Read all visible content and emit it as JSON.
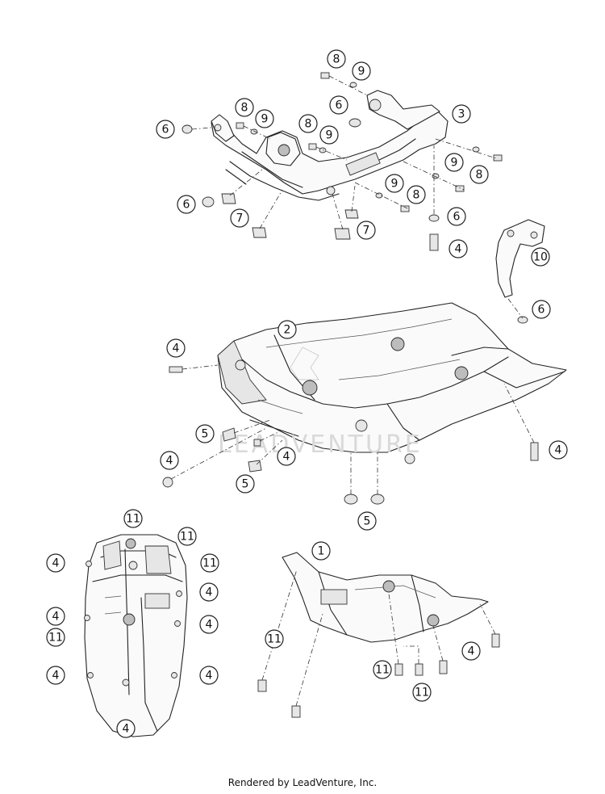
{
  "watermark": "LEADVENTURE",
  "footer": "Rendered by LeadVenture, Inc.",
  "callouts": [
    "8",
    "9",
    "6",
    "3",
    "8",
    "9",
    "8",
    "9",
    "6",
    "9",
    "8",
    "9",
    "8",
    "6",
    "7",
    "7",
    "6",
    "4",
    "10",
    "6",
    "2",
    "4",
    "5",
    "4",
    "4",
    "5",
    "5",
    "4",
    "11",
    "11",
    "4",
    "11",
    "4",
    "4",
    "11",
    "4",
    "4",
    "4",
    "4",
    "1",
    "11",
    "4",
    "11",
    "11"
  ]
}
